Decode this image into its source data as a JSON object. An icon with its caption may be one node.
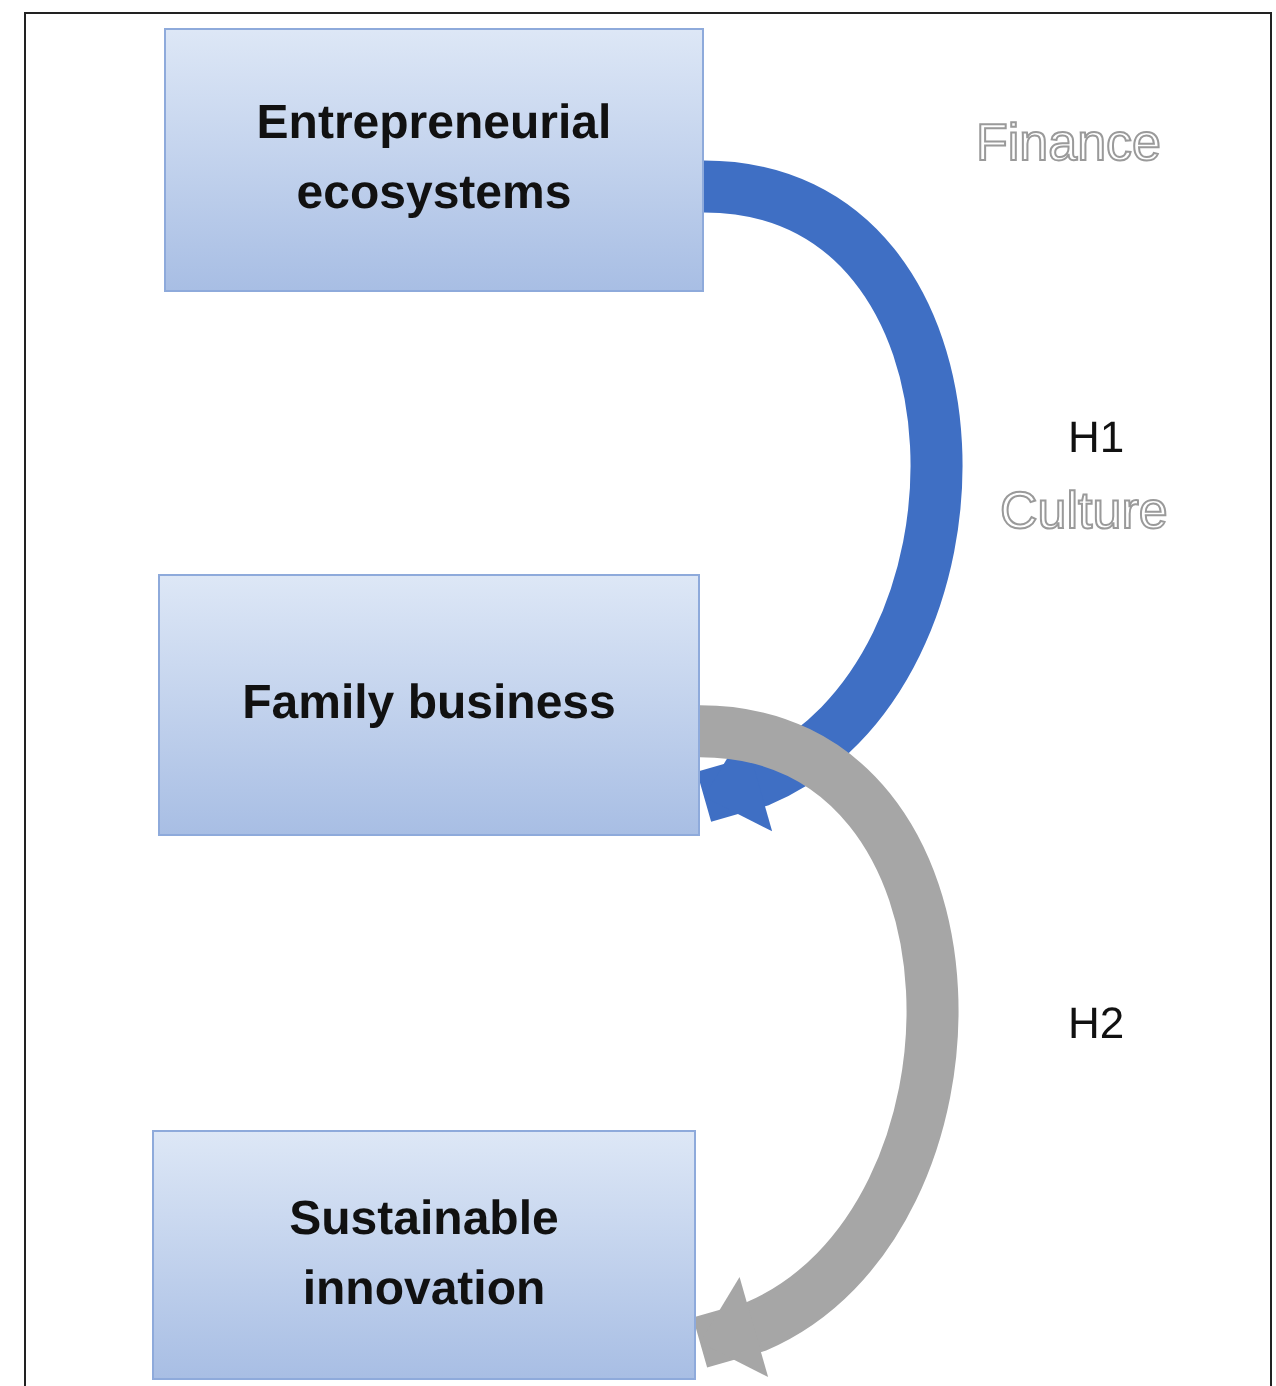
{
  "diagram": {
    "nodes": [
      {
        "text": [
          "Entrepreneurial ecosystems"
        ]
      },
      {
        "text": [
          "Family business"
        ]
      },
      {
        "text": [
          "Sustainable innovation"
        ]
      }
    ],
    "edges": [
      {
        "from": 0,
        "to": 1,
        "arrow": "to",
        "label": "H1",
        "color": "#3f6fc4"
      },
      {
        "from": 1,
        "to": 2,
        "arrow": "to",
        "label": "H2",
        "color": "#a6a6a6"
      }
    ],
    "labels": [
      "Finance",
      "Culture"
    ]
  }
}
